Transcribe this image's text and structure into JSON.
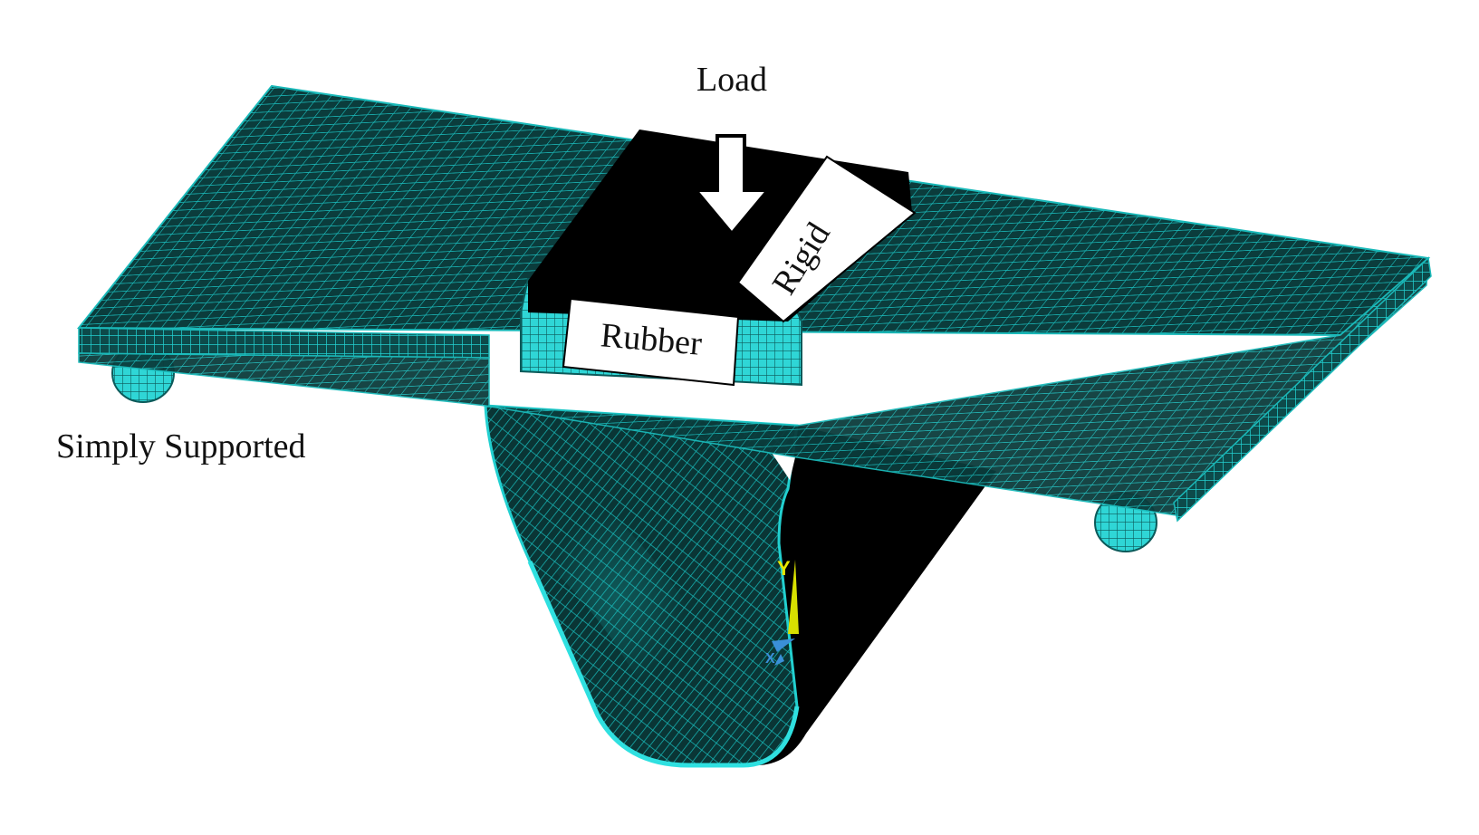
{
  "labels": {
    "load": "Load",
    "rigid": "Rigid",
    "rubber": "Rubber",
    "support": "Simply Supported"
  },
  "triad": {
    "y_axis": "Y",
    "x_axis": "X"
  },
  "colors": {
    "mesh_fill": "#0a3a3a",
    "mesh_line": "#19c2c2",
    "mesh_dark": "#062626",
    "rigid_block": "#000000",
    "tag_box": "#ffffff",
    "axis_y": "#e6e600",
    "axis_x": "#3a8fd8"
  }
}
